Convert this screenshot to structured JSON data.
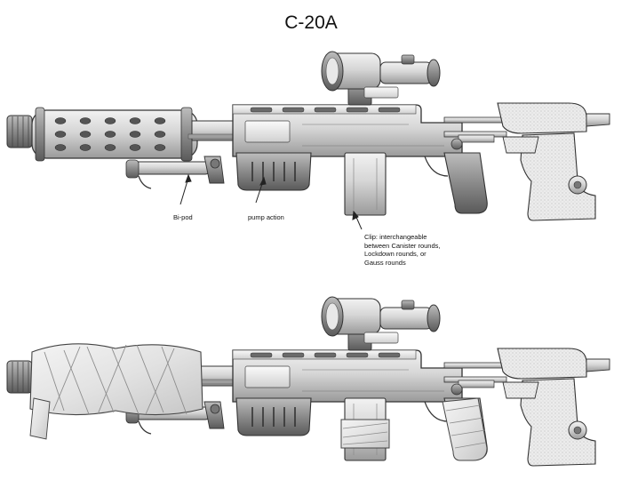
{
  "title": "C-20A",
  "callouts": {
    "bipod": "Bi-pod",
    "pump": "pump action",
    "clip": [
      "Clip: interchangeable",
      "between Canister rounds,",
      "Lockdown rounds, or",
      "Gauss rounds"
    ]
  },
  "figures": [
    {
      "name": "rifle-clean"
    },
    {
      "name": "rifle-wrapped"
    }
  ]
}
